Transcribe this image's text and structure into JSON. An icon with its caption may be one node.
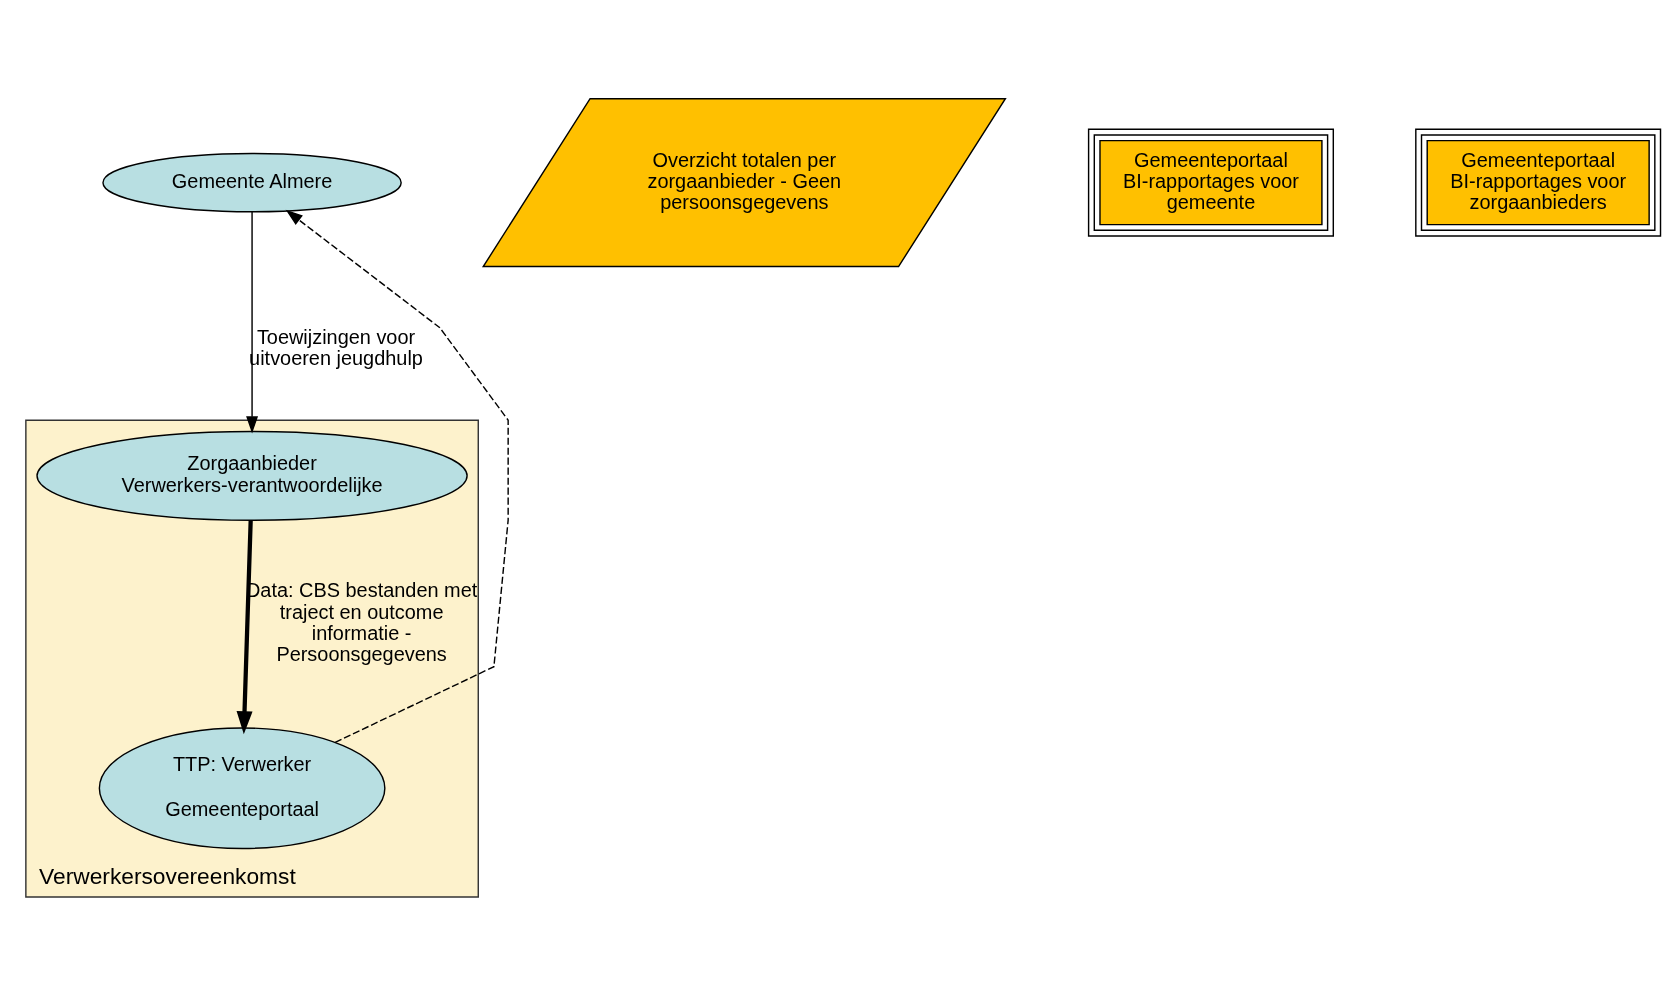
{
  "diagram": {
    "nodes": [
      {
        "text": [
          "Gemeente Almere"
        ]
      },
      {
        "text": [
          "Verwerkersovereenkomst"
        ]
      },
      {
        "text": [
          "Zorgaanbieder Verwerkers-verantwoordelijke"
        ],
        "in": 1
      },
      {
        "text": [
          "TTP: Verwerker",
          "Gemeenteportaal"
        ],
        "in": 1
      },
      {
        "text": [
          "Overzicht totalen per zorgaanbieder - Geen persoonsgegevens"
        ]
      },
      {
        "text": [
          "Gemeenteportaal BI-rapportages voor gemeente"
        ]
      },
      {
        "text": [
          "Gemeenteportaal BI-rapportages voor zorgaanbieders"
        ]
      }
    ],
    "edges": [
      {
        "from": 0,
        "to": 2,
        "arrow": "to",
        "label": "Toewijzingen voor uitvoeren jeugdhulp"
      },
      {
        "from": 2,
        "to": 3,
        "arrow": "to",
        "style": "thick",
        "label": "Data: CBS bestanden met traject en outcome informatie - Persoonsgegevens"
      },
      {
        "from": 3,
        "to": 0,
        "arrow": "to",
        "style": "dashed"
      }
    ]
  }
}
